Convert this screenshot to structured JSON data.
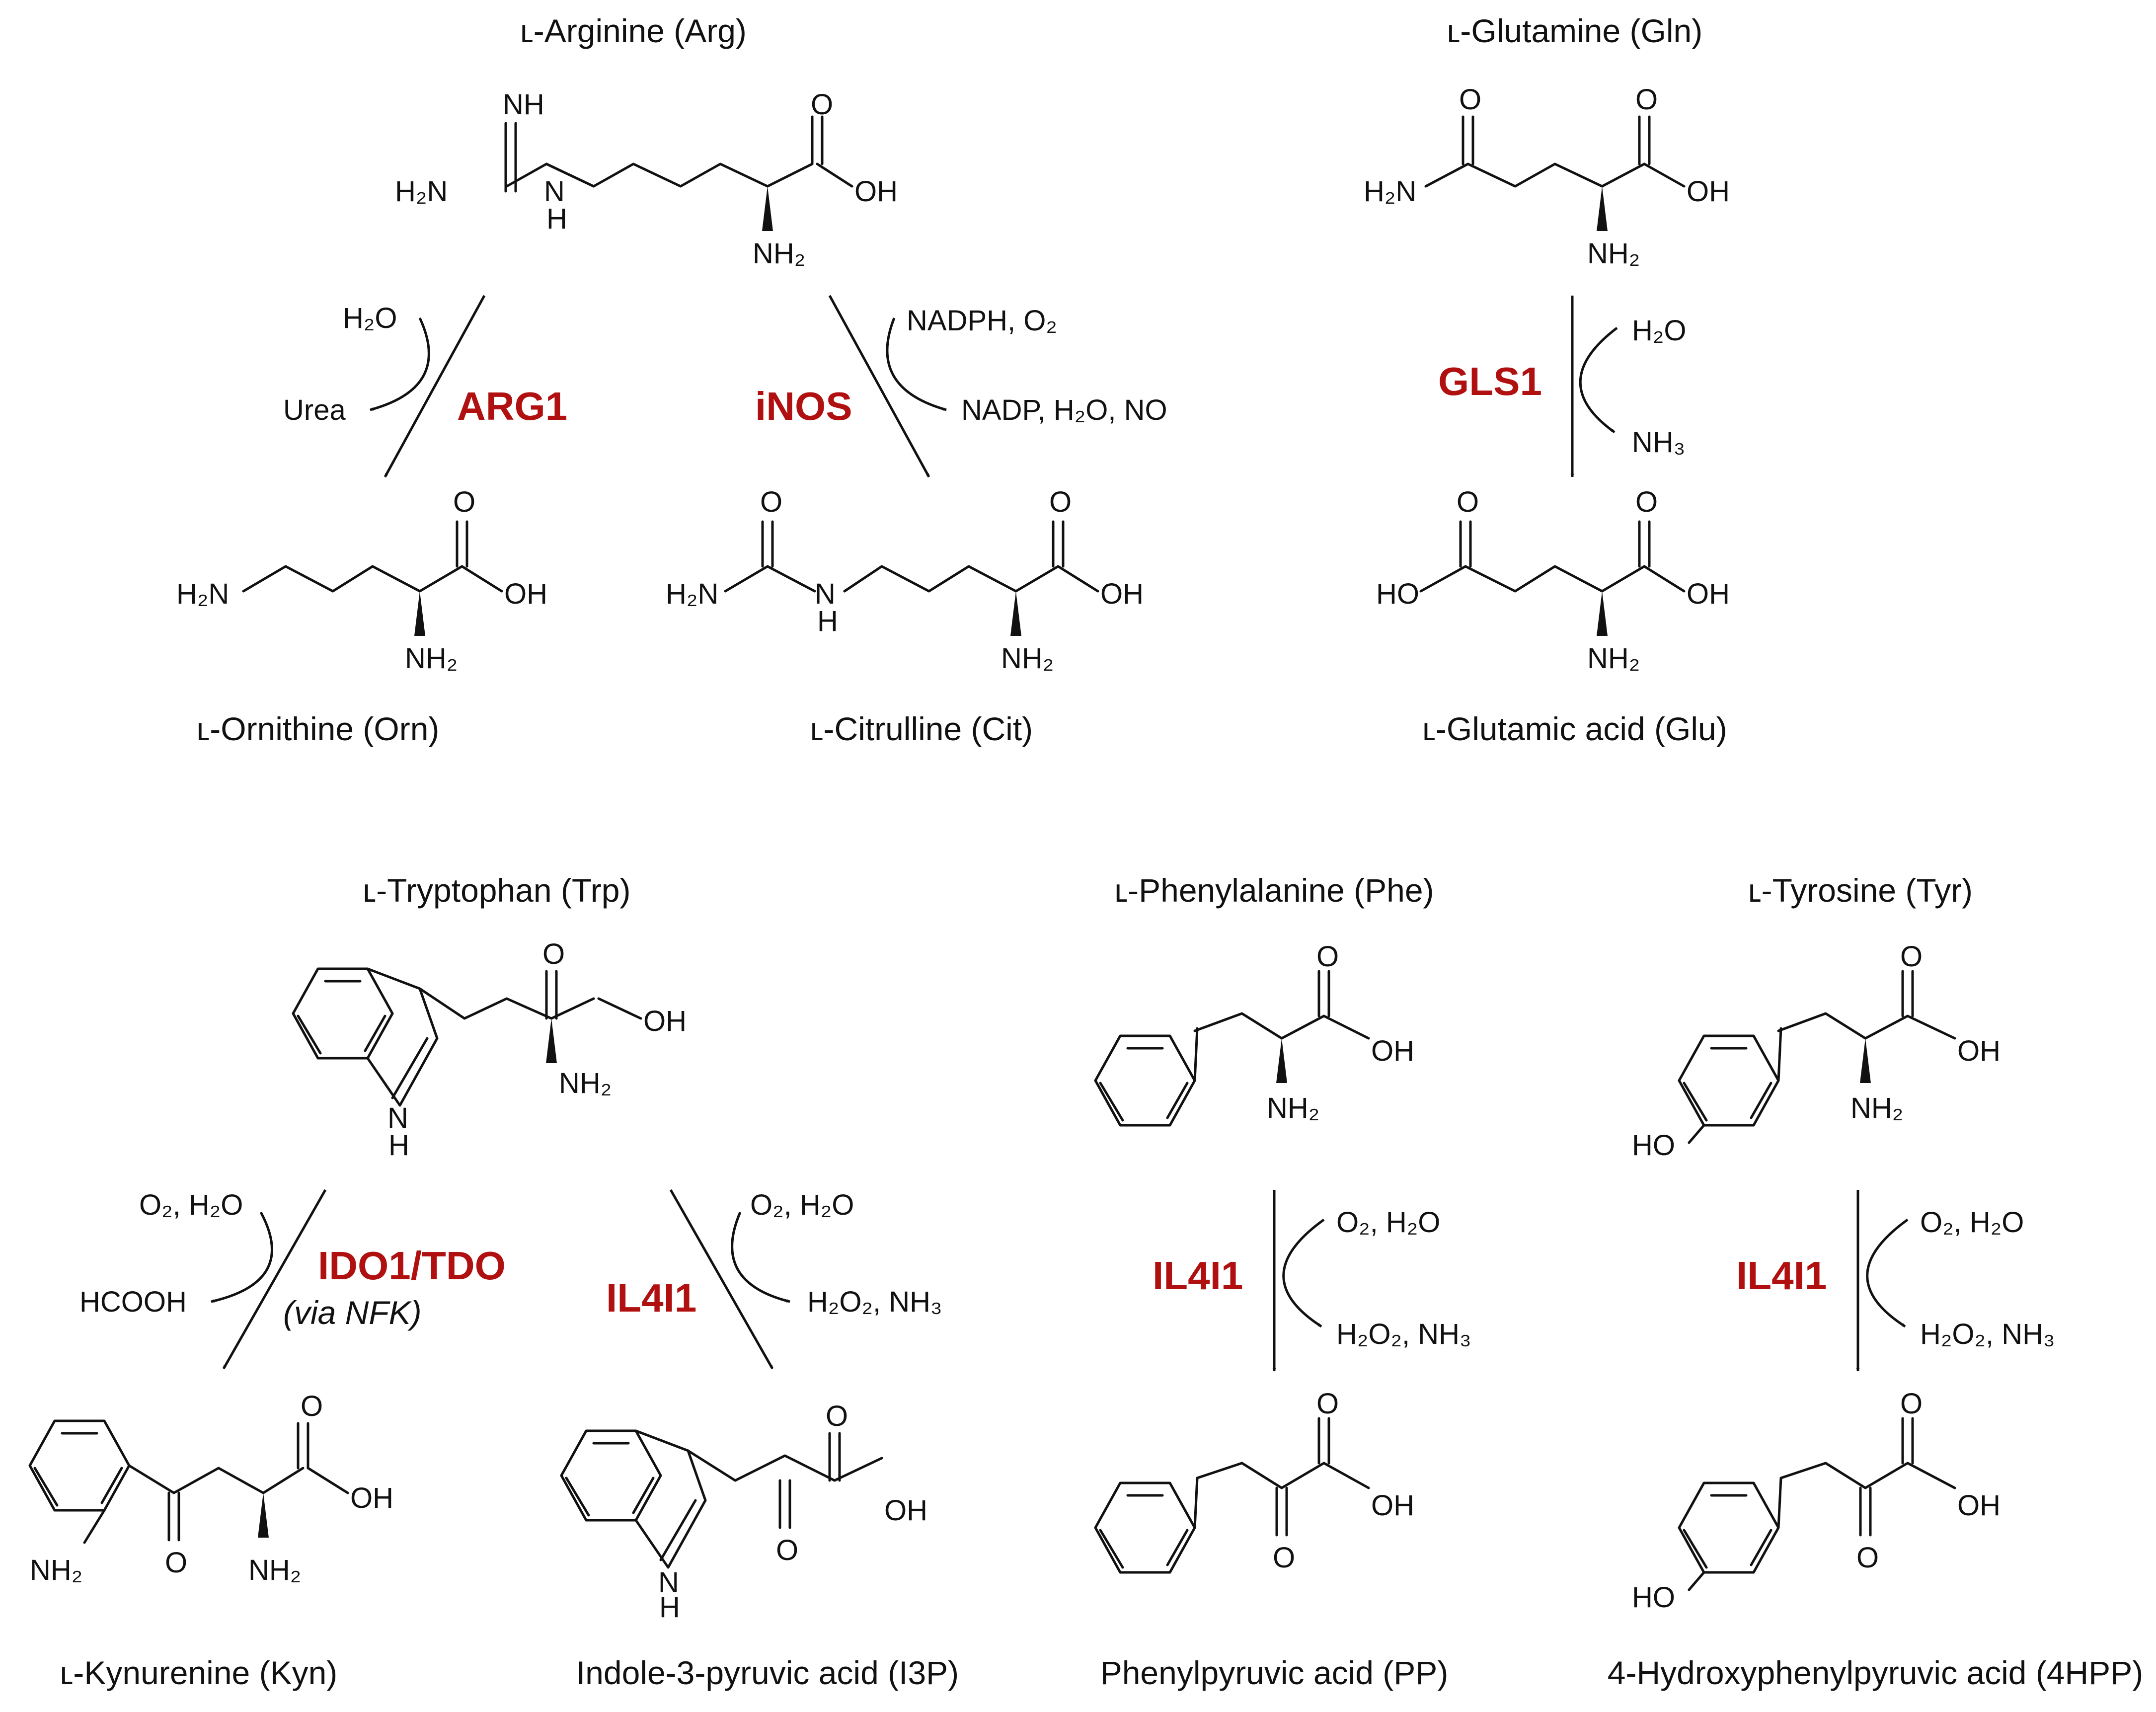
{
  "colors": {
    "enzyme": "#b01010",
    "ink": "#111111",
    "background": "#ffffff"
  },
  "compounds": {
    "arg": "ʟ-Arginine (Arg)",
    "gln": "ʟ-Glutamine (Gln)",
    "orn": "ʟ-Ornithine (Orn)",
    "cit": "ʟ-Citrulline (Cit)",
    "glu": "ʟ-Glutamic acid (Glu)",
    "trp": "ʟ-Tryptophan (Trp)",
    "phe": "ʟ-Phenylalanine (Phe)",
    "tyr": "ʟ-Tyrosine (Tyr)",
    "kyn": "ʟ-Kynurenine (Kyn)",
    "i3p": "Indole-3-pyruvic acid (I3P)",
    "pp": "Phenylpyruvic acid (PP)",
    "hpp": "4-Hydroxyphenylpyruvic acid (4HPP)"
  },
  "enzymes": {
    "arg1": "ARG1",
    "inos": "iNOS",
    "gls1": "GLS1",
    "ido": "IDO1/TDO",
    "ido_note": "(via NFK)",
    "il4i1_trp": "IL4I1",
    "il4i1_phe": "IL4I1",
    "il4i1_tyr": "IL4I1"
  },
  "reagents": {
    "arg1_in": "H₂O",
    "arg1_out": "Urea",
    "inos_in": "NADPH, O₂",
    "inos_out": "NADP, H₂O, NO",
    "gls1_in": "H₂O",
    "gls1_out": "NH₃",
    "ido_in": "O₂, H₂O",
    "ido_out": "HCOOH",
    "il4i1_trp_in": "O₂, H₂O",
    "il4i1_trp_out": "H₂O₂, NH₃",
    "il4i1_phe_in": "O₂, H₂O",
    "il4i1_phe_out": "H₂O₂, NH₃",
    "il4i1_tyr_in": "O₂, H₂O",
    "il4i1_tyr_out": "H₂O₂, NH₃"
  },
  "atoms": {
    "nh": "NH",
    "nh2": "NH₂",
    "h2n": "H₂N",
    "h": "H",
    "o": "O",
    "oh": "OH",
    "ho": "HO"
  }
}
